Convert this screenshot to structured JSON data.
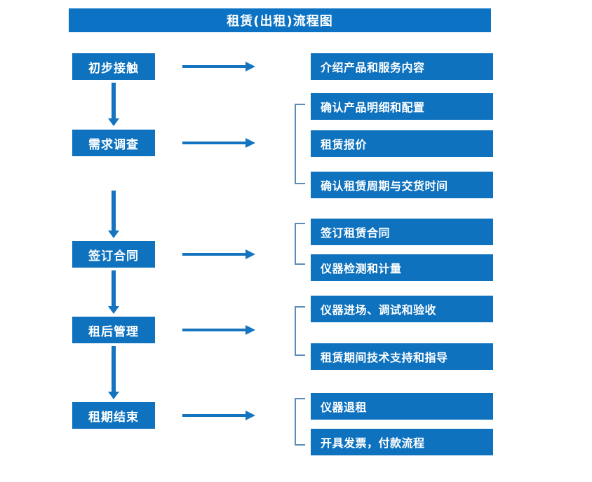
{
  "title": "租赁(出租)流程图",
  "colors": {
    "title_bar": "#0B72C4",
    "box_fill": "#0E72BE",
    "box_text": "#FFFFFF",
    "arrow": "#1574BF",
    "bracket": "#5B8DB8",
    "background": "#FFFFFF"
  },
  "stages": [
    {
      "label": "初步接触"
    },
    {
      "label": "需求调查"
    },
    {
      "label": "签订合同"
    },
    {
      "label": "租后管理"
    },
    {
      "label": "租期结束"
    }
  ],
  "details": [
    {
      "label": "介绍产品和服务内容"
    },
    {
      "label": "确认产品明细和配置"
    },
    {
      "label": "租赁报价"
    },
    {
      "label": "确认租赁周期与交货时间"
    },
    {
      "label": "签订租赁合同"
    },
    {
      "label": "仪器检测和计量"
    },
    {
      "label": "仪器进场、调试和验收"
    },
    {
      "label": "租赁期间技术支持和指导"
    },
    {
      "label": "仪器退租"
    },
    {
      "label": "开具发票，付款流程"
    }
  ],
  "groups": [
    {
      "stage": "需求调查",
      "items": [
        "确认产品明细和配置",
        "租赁报价",
        "确认租赁周期与交货时间"
      ]
    },
    {
      "stage": "签订合同",
      "items": [
        "签订租赁合同",
        "仪器检测和计量"
      ]
    },
    {
      "stage": "租后管理",
      "items": [
        "仪器进场、调试和验收",
        "租赁期间技术支持和指导"
      ]
    },
    {
      "stage": "租期结束",
      "items": [
        "仪器退租",
        "开具发票，付款流程"
      ]
    }
  ],
  "flow": [
    {
      "from": "初步接触",
      "to": "需求调查"
    },
    {
      "from": "需求调查",
      "to": "签订合同"
    },
    {
      "from": "签订合同",
      "to": "租后管理"
    },
    {
      "from": "租后管理",
      "to": "租期结束"
    }
  ]
}
